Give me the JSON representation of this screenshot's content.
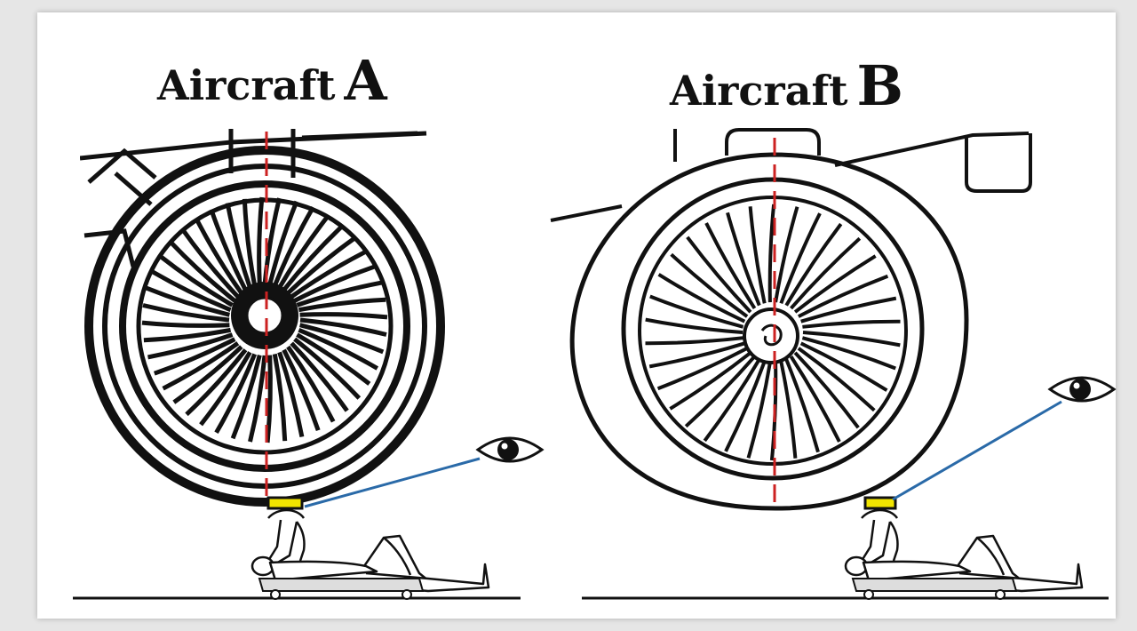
{
  "panels": [
    {
      "title_word": "Aircraft",
      "title_letter": "A"
    },
    {
      "title_word": "Aircraft",
      "title_letter": "B"
    }
  ],
  "colors": {
    "centerline": "#cc2222",
    "sightline": "#2a6aa8",
    "camera": "#f2e500",
    "ink": "#111111"
  },
  "icons": [
    "eye-icon",
    "camera-icon",
    "person-icon"
  ]
}
